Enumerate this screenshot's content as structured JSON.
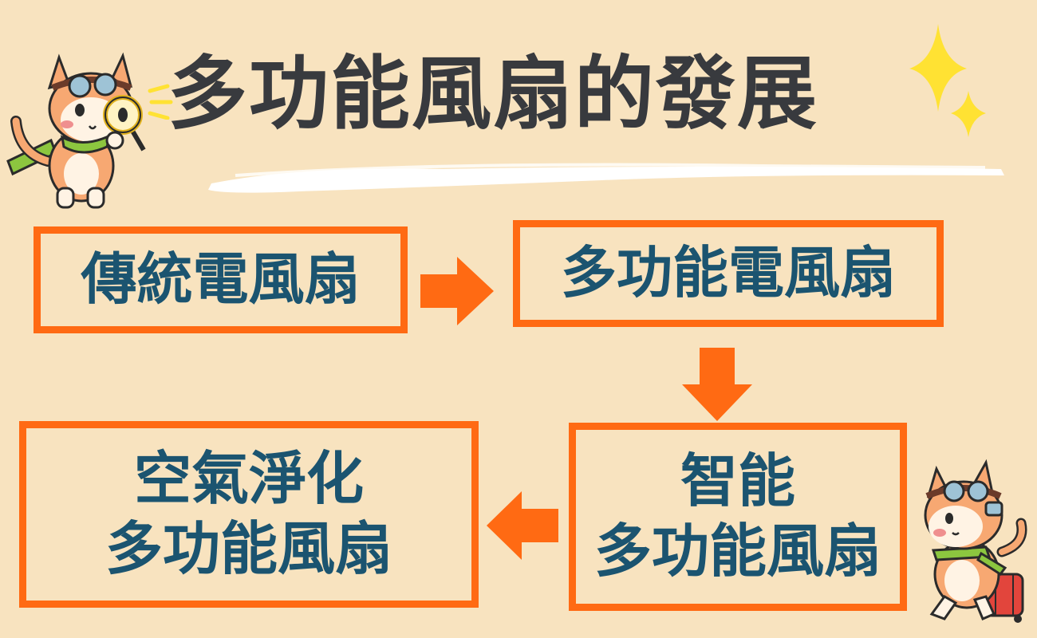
{
  "title": "多功能風扇的發展",
  "colors": {
    "background": "#f8e3bf",
    "box_border": "#ff6a13",
    "box_text": "#1b5470",
    "title_text": "#383a3e",
    "arrow": "#ff6a13",
    "sparkle": "#ffe233"
  },
  "flow": {
    "step1": {
      "line1": "傳統電風扇"
    },
    "step2": {
      "line1": "多功能電風扇"
    },
    "step3": {
      "line1": "智能",
      "line2": "多功能風扇"
    },
    "step4": {
      "line1": "空氣淨化",
      "line2": "多功能風扇"
    }
  },
  "decorations": {
    "mascot_top": "cat-detective-icon",
    "mascot_bottom": "cat-traveler-icon",
    "sparkle": "sparkle-icon"
  }
}
